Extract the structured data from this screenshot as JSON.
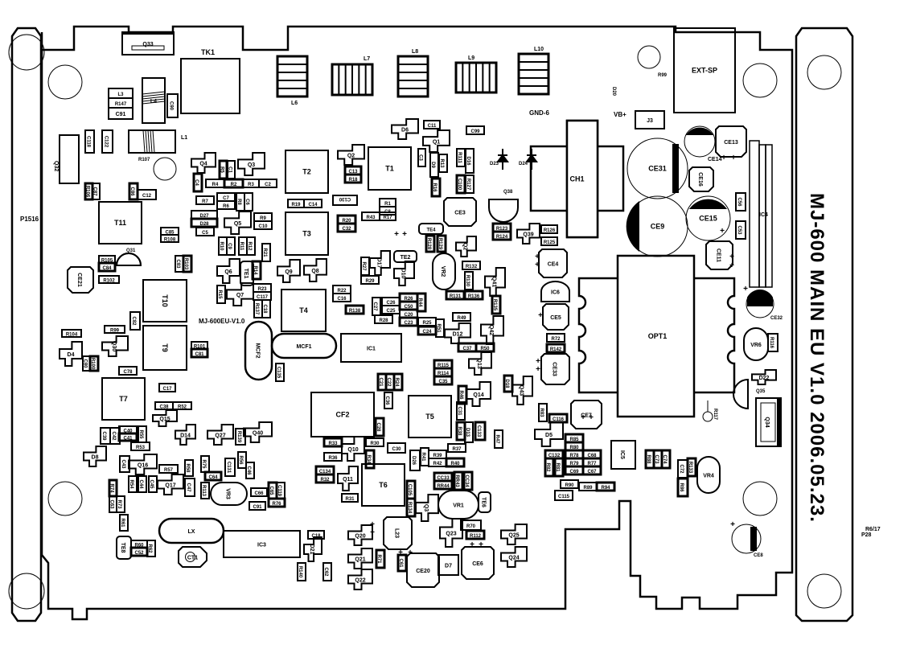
{
  "board": {
    "title": "MJ-600 MAIN EU V1.0 2006.05.23.",
    "version_label": "MJ-600EU-V1.0",
    "side_label": "P1516",
    "corner_label_a": "R6/17",
    "corner_label_b": "P28",
    "gnd_label": "GND-6",
    "vb_label": "VB+",
    "colors": {
      "ink": "#000000",
      "background": "#ffffff"
    }
  },
  "components": [
    {
      "ref": "Q33",
      "kind": "connector"
    },
    {
      "ref": "TK1",
      "kind": "transformer"
    },
    {
      "ref": "L6",
      "kind": "inductor"
    },
    {
      "ref": "L7",
      "kind": "inductor"
    },
    {
      "ref": "L8",
      "kind": "inductor"
    },
    {
      "ref": "L9",
      "kind": "inductor"
    },
    {
      "ref": "L10",
      "kind": "inductor"
    },
    {
      "ref": "EXT-SP",
      "kind": "jack"
    },
    {
      "ref": "R99",
      "kind": "resistor"
    },
    {
      "ref": "D20",
      "kind": "diode"
    },
    {
      "ref": "J3",
      "kind": "jumper"
    },
    {
      "ref": "L3",
      "kind": "inductor"
    },
    {
      "ref": "R147",
      "kind": "resistor"
    },
    {
      "ref": "C91",
      "kind": "capacitor"
    },
    {
      "ref": "L4",
      "kind": "inductor"
    },
    {
      "ref": "C90",
      "kind": "capacitor"
    },
    {
      "ref": "L1",
      "kind": "inductor"
    },
    {
      "ref": "R107",
      "kind": "resistor"
    },
    {
      "ref": "Q32",
      "kind": "transistor"
    },
    {
      "ref": "C118",
      "kind": "capacitor"
    },
    {
      "ref": "C122",
      "kind": "capacitor"
    },
    {
      "ref": "R106",
      "kind": "resistor"
    },
    {
      "ref": "C87",
      "kind": "capacitor"
    },
    {
      "ref": "C86",
      "kind": "capacitor"
    },
    {
      "ref": "C12",
      "kind": "capacitor"
    },
    {
      "ref": "T11",
      "kind": "transformer"
    },
    {
      "ref": "C85",
      "kind": "capacitor"
    },
    {
      "ref": "R108",
      "kind": "resistor"
    },
    {
      "ref": "R105",
      "kind": "resistor"
    },
    {
      "ref": "C84",
      "kind": "capacitor"
    },
    {
      "ref": "R102",
      "kind": "resistor"
    },
    {
      "ref": "CE21",
      "kind": "capacitor"
    },
    {
      "ref": "Q31",
      "kind": "transistor"
    },
    {
      "ref": "C83",
      "kind": "capacitor"
    },
    {
      "ref": "R103",
      "kind": "resistor"
    },
    {
      "ref": "T10",
      "kind": "transformer"
    },
    {
      "ref": "C82",
      "kind": "capacitor"
    },
    {
      "ref": "T9",
      "kind": "transformer"
    },
    {
      "ref": "R104",
      "kind": "resistor"
    },
    {
      "ref": "R99b",
      "label": "R99",
      "kind": "resistor"
    },
    {
      "ref": "Q30",
      "kind": "transistor"
    },
    {
      "ref": "D4",
      "kind": "diode"
    },
    {
      "ref": "C80",
      "kind": "capacitor"
    },
    {
      "ref": "R100",
      "kind": "resistor"
    },
    {
      "ref": "R101",
      "kind": "resistor"
    },
    {
      "ref": "C81",
      "kind": "capacitor"
    },
    {
      "ref": "C78",
      "kind": "capacitor"
    },
    {
      "ref": "T7",
      "kind": "transformer"
    },
    {
      "ref": "C17",
      "kind": "capacitor"
    },
    {
      "ref": "C38",
      "kind": "capacitor"
    },
    {
      "ref": "R52",
      "kind": "resistor"
    },
    {
      "ref": "Q15",
      "kind": "transistor"
    },
    {
      "ref": "D14",
      "kind": "diode"
    },
    {
      "ref": "C40",
      "kind": "capacitor"
    },
    {
      "ref": "C41",
      "kind": "capacitor"
    },
    {
      "ref": "C39",
      "kind": "capacitor"
    },
    {
      "ref": "C42",
      "kind": "capacitor"
    },
    {
      "ref": "R55",
      "kind": "resistor"
    },
    {
      "ref": "R53",
      "kind": "resistor"
    },
    {
      "ref": "D8",
      "kind": "diode"
    },
    {
      "ref": "C43",
      "kind": "capacitor"
    },
    {
      "ref": "Q16",
      "kind": "transistor"
    },
    {
      "ref": "R57",
      "kind": "resistor"
    },
    {
      "ref": "R58",
      "kind": "resistor"
    },
    {
      "ref": "R54",
      "kind": "resistor"
    },
    {
      "ref": "C44",
      "kind": "capacitor"
    },
    {
      "ref": "C45",
      "kind": "capacitor"
    },
    {
      "ref": "Q17",
      "kind": "transistor"
    },
    {
      "ref": "C47",
      "kind": "capacitor"
    },
    {
      "ref": "R74",
      "kind": "resistor"
    },
    {
      "ref": "C63",
      "kind": "capacitor"
    },
    {
      "ref": "R73",
      "kind": "resistor"
    },
    {
      "ref": "R61",
      "kind": "resistor"
    },
    {
      "ref": "TE8",
      "kind": "test-point"
    },
    {
      "ref": "R60",
      "kind": "resistor"
    },
    {
      "ref": "C52",
      "kind": "capacitor"
    },
    {
      "ref": "R62",
      "kind": "resistor"
    },
    {
      "ref": "LX",
      "kind": "crystal"
    },
    {
      "ref": "CT1",
      "kind": "trimmer"
    },
    {
      "ref": "IC3",
      "kind": "ic"
    },
    {
      "ref": "Q27",
      "kind": "transistor"
    },
    {
      "ref": "R139",
      "kind": "resistor"
    },
    {
      "ref": "Q40",
      "kind": "transistor"
    },
    {
      "ref": "R75",
      "kind": "resistor"
    },
    {
      "ref": "C64",
      "kind": "capacitor"
    },
    {
      "ref": "C131",
      "kind": "capacitor"
    },
    {
      "ref": "R56",
      "kind": "resistor"
    },
    {
      "ref": "C46",
      "kind": "capacitor"
    },
    {
      "ref": "R113",
      "kind": "resistor"
    },
    {
      "ref": "VR3",
      "kind": "potentiometer"
    },
    {
      "ref": "C66",
      "kind": "capacitor"
    },
    {
      "ref": "C65",
      "kind": "capacitor"
    },
    {
      "ref": "C119",
      "kind": "capacitor"
    },
    {
      "ref": "R76",
      "kind": "resistor"
    },
    {
      "ref": "C91b",
      "label": "C91",
      "kind": "capacitor"
    },
    {
      "ref": "R140",
      "kind": "resistor"
    },
    {
      "ref": "C18",
      "kind": "capacitor"
    },
    {
      "ref": "D21",
      "kind": "diode"
    },
    {
      "ref": "C62",
      "kind": "capacitor"
    },
    {
      "ref": "Q4",
      "kind": "transistor"
    },
    {
      "ref": "R5",
      "kind": "resistor"
    },
    {
      "ref": "C1",
      "kind": "capacitor"
    },
    {
      "ref": "Q3",
      "kind": "transistor"
    },
    {
      "ref": "C4",
      "kind": "capacitor"
    },
    {
      "ref": "R4",
      "kind": "resistor"
    },
    {
      "ref": "R2",
      "kind": "resistor"
    },
    {
      "ref": "R3",
      "kind": "resistor"
    },
    {
      "ref": "C2",
      "kind": "capacitor"
    },
    {
      "ref": "R7",
      "kind": "resistor"
    },
    {
      "ref": "C7",
      "kind": "capacitor"
    },
    {
      "ref": "R6",
      "kind": "resistor"
    },
    {
      "ref": "R8",
      "kind": "resistor"
    },
    {
      "ref": "C6",
      "kind": "capacitor"
    },
    {
      "ref": "D27",
      "kind": "diode"
    },
    {
      "ref": "D28",
      "kind": "diode"
    },
    {
      "ref": "C5",
      "kind": "capacitor"
    },
    {
      "ref": "Q5",
      "kind": "transistor"
    },
    {
      "ref": "R9",
      "kind": "resistor"
    },
    {
      "ref": "C10",
      "kind": "capacitor"
    },
    {
      "ref": "R10",
      "kind": "resistor"
    },
    {
      "ref": "C9",
      "kind": "capacitor"
    },
    {
      "ref": "R11",
      "kind": "resistor"
    },
    {
      "ref": "R12",
      "kind": "resistor"
    },
    {
      "ref": "R21",
      "kind": "resistor"
    },
    {
      "ref": "Q6",
      "kind": "transistor"
    },
    {
      "ref": "TE1",
      "kind": "test-point"
    },
    {
      "ref": "R14",
      "kind": "resistor"
    },
    {
      "ref": "R15",
      "kind": "resistor"
    },
    {
      "ref": "Q7",
      "kind": "transistor"
    },
    {
      "ref": "R23",
      "kind": "resistor"
    },
    {
      "ref": "C117",
      "kind": "capacitor"
    },
    {
      "ref": "R137",
      "kind": "resistor"
    },
    {
      "ref": "C18b",
      "label": "C18",
      "kind": "capacitor"
    },
    {
      "ref": "MCF2",
      "kind": "filter"
    },
    {
      "ref": "C135",
      "kind": "capacitor"
    },
    {
      "ref": "MCF1",
      "kind": "filter"
    },
    {
      "ref": "T2",
      "kind": "transformer"
    },
    {
      "ref": "R19",
      "kind": "resistor"
    },
    {
      "ref": "C14",
      "kind": "capacitor"
    },
    {
      "ref": "T3",
      "kind": "transformer"
    },
    {
      "ref": "Q9",
      "kind": "transistor"
    },
    {
      "ref": "Q8",
      "kind": "transistor"
    },
    {
      "ref": "T4",
      "kind": "transformer"
    },
    {
      "ref": "Q2",
      "kind": "transistor"
    },
    {
      "ref": "C13",
      "kind": "capacitor"
    },
    {
      "ref": "R18",
      "kind": "resistor"
    },
    {
      "ref": "T1",
      "kind": "transformer"
    },
    {
      "ref": "C130",
      "kind": "capacitor"
    },
    {
      "ref": "R1",
      "kind": "resistor"
    },
    {
      "ref": "C8",
      "kind": "capacitor"
    },
    {
      "ref": "R43",
      "kind": "resistor"
    },
    {
      "ref": "R17",
      "kind": "resistor"
    },
    {
      "ref": "R20",
      "kind": "resistor"
    },
    {
      "ref": "C32",
      "kind": "capacitor"
    },
    {
      "ref": "D6",
      "kind": "diode"
    },
    {
      "ref": "C11",
      "kind": "capacitor"
    },
    {
      "ref": "Q1",
      "kind": "transistor"
    },
    {
      "ref": "C3",
      "kind": "capacitor"
    },
    {
      "ref": "D9",
      "kind": "diode"
    },
    {
      "ref": "R13",
      "kind": "resistor"
    },
    {
      "ref": "R16",
      "kind": "resistor"
    },
    {
      "ref": "C99",
      "kind": "capacitor"
    },
    {
      "ref": "R111",
      "kind": "resistor"
    },
    {
      "ref": "D16",
      "kind": "diode"
    },
    {
      "ref": "C100",
      "kind": "capacitor"
    },
    {
      "ref": "R127",
      "kind": "resistor"
    },
    {
      "ref": "D23",
      "kind": "diode"
    },
    {
      "ref": "D24",
      "kind": "diode"
    },
    {
      "ref": "Q38",
      "kind": "transistor"
    },
    {
      "ref": "CE3",
      "kind": "capacitor"
    },
    {
      "ref": "TE4",
      "kind": "test-point"
    },
    {
      "ref": "R128",
      "kind": "resistor"
    },
    {
      "ref": "R129",
      "kind": "resistor"
    },
    {
      "ref": "Q2b",
      "label": "Q2",
      "kind": "transistor"
    },
    {
      "ref": "R123",
      "kind": "resistor"
    },
    {
      "ref": "R124",
      "kind": "resistor"
    },
    {
      "ref": "Q39",
      "kind": "transistor"
    },
    {
      "ref": "R126",
      "kind": "resistor"
    },
    {
      "ref": "R125",
      "kind": "resistor"
    },
    {
      "ref": "CH1",
      "kind": "choke"
    },
    {
      "ref": "CE31",
      "kind": "capacitor"
    },
    {
      "ref": "CE14",
      "kind": "capacitor"
    },
    {
      "ref": "CE13",
      "kind": "capacitor"
    },
    {
      "ref": "CE16",
      "kind": "capacitor"
    },
    {
      "ref": "C56",
      "kind": "capacitor"
    },
    {
      "ref": "CE9",
      "kind": "capacitor"
    },
    {
      "ref": "CE15",
      "kind": "capacitor"
    },
    {
      "ref": "C53",
      "kind": "capacitor"
    },
    {
      "ref": "CE11",
      "kind": "capacitor"
    },
    {
      "ref": "IC4",
      "kind": "ic"
    },
    {
      "ref": "TE2",
      "kind": "test-point"
    },
    {
      "ref": "R27",
      "kind": "resistor"
    },
    {
      "ref": "D17",
      "kind": "diode"
    },
    {
      "ref": "D10",
      "kind": "diode"
    },
    {
      "ref": "R29",
      "kind": "resistor"
    },
    {
      "ref": "VR2",
      "kind": "potentiometer"
    },
    {
      "ref": "R132",
      "kind": "resistor"
    },
    {
      "ref": "R130",
      "kind": "resistor"
    },
    {
      "ref": "R131",
      "kind": "resistor"
    },
    {
      "ref": "R136",
      "kind": "resistor"
    },
    {
      "ref": "Q41",
      "kind": "transistor"
    },
    {
      "ref": "R135",
      "kind": "resistor"
    },
    {
      "ref": "R22",
      "kind": "resistor"
    },
    {
      "ref": "C16",
      "kind": "capacitor"
    },
    {
      "ref": "R138",
      "kind": "resistor"
    },
    {
      "ref": "C27",
      "kind": "capacitor"
    },
    {
      "ref": "C26",
      "kind": "capacitor"
    },
    {
      "ref": "C25",
      "kind": "capacitor"
    },
    {
      "ref": "R28",
      "kind": "resistor"
    },
    {
      "ref": "R26",
      "kind": "resistor"
    },
    {
      "ref": "C50",
      "kind": "capacitor"
    },
    {
      "ref": "C20",
      "kind": "capacitor"
    },
    {
      "ref": "C23",
      "kind": "capacitor"
    },
    {
      "ref": "R44",
      "kind": "resistor"
    },
    {
      "ref": "R25",
      "kind": "resistor"
    },
    {
      "ref": "C24",
      "kind": "capacitor"
    },
    {
      "ref": "R51",
      "kind": "resistor"
    },
    {
      "ref": "D12",
      "kind": "diode"
    },
    {
      "ref": "R49",
      "kind": "resistor"
    },
    {
      "ref": "Q42",
      "kind": "transistor"
    },
    {
      "ref": "C37",
      "kind": "capacitor"
    },
    {
      "ref": "R50",
      "kind": "resistor"
    },
    {
      "ref": "Q13",
      "kind": "transistor"
    },
    {
      "ref": "IC1",
      "kind": "ic"
    },
    {
      "ref": "CE4",
      "kind": "capacitor"
    },
    {
      "ref": "IC6",
      "kind": "ic"
    },
    {
      "ref": "CE5",
      "kind": "capacitor"
    },
    {
      "ref": "R72",
      "kind": "resistor"
    },
    {
      "ref": "R142",
      "kind": "resistor"
    },
    {
      "ref": "CE33",
      "kind": "capacitor"
    },
    {
      "ref": "OPT1",
      "kind": "transformer"
    },
    {
      "ref": "CE32",
      "kind": "capacitor"
    },
    {
      "ref": "R116",
      "kind": "resistor"
    },
    {
      "ref": "VR6",
      "kind": "potentiometer"
    },
    {
      "ref": "D22",
      "kind": "diode"
    },
    {
      "ref": "Q35",
      "kind": "transistor"
    },
    {
      "ref": "Q34",
      "kind": "connector"
    },
    {
      "ref": "R117",
      "kind": "resistor"
    },
    {
      "ref": "R115",
      "kind": "resistor"
    },
    {
      "ref": "R114",
      "kind": "resistor"
    },
    {
      "ref": "C35",
      "kind": "capacitor"
    },
    {
      "ref": "C21",
      "kind": "capacitor"
    },
    {
      "ref": "C22",
      "kind": "capacitor"
    },
    {
      "ref": "R24",
      "kind": "resistor"
    },
    {
      "ref": "C36",
      "kind": "capacitor"
    },
    {
      "ref": "R46",
      "kind": "resistor"
    },
    {
      "ref": "Q14",
      "kind": "transistor"
    },
    {
      "ref": "D18",
      "kind": "diode"
    },
    {
      "ref": "Q43",
      "kind": "transistor"
    },
    {
      "ref": "CF2",
      "kind": "filter"
    },
    {
      "ref": "C28",
      "kind": "capacitor"
    },
    {
      "ref": "T5",
      "kind": "transformer"
    },
    {
      "ref": "C31",
      "kind": "capacitor"
    },
    {
      "ref": "R38",
      "kind": "resistor"
    },
    {
      "ref": "D13",
      "kind": "diode"
    },
    {
      "ref": "C133",
      "kind": "capacitor"
    },
    {
      "ref": "R47",
      "kind": "resistor"
    },
    {
      "ref": "R83",
      "kind": "resistor"
    },
    {
      "ref": "C116",
      "kind": "capacitor"
    },
    {
      "ref": "CE7",
      "kind": "capacitor"
    },
    {
      "ref": "D5",
      "kind": "diode"
    },
    {
      "ref": "R85",
      "kind": "resistor"
    },
    {
      "ref": "R80",
      "kind": "resistor"
    },
    {
      "ref": "C132",
      "kind": "capacitor"
    },
    {
      "ref": "R78",
      "kind": "resistor"
    },
    {
      "ref": "C68",
      "kind": "capacitor"
    },
    {
      "ref": "R82",
      "kind": "resistor"
    },
    {
      "ref": "R81",
      "kind": "resistor"
    },
    {
      "ref": "R79",
      "kind": "resistor"
    },
    {
      "ref": "R77",
      "kind": "resistor"
    },
    {
      "ref": "C69",
      "kind": "capacitor"
    },
    {
      "ref": "C67",
      "kind": "capacitor"
    },
    {
      "ref": "R90",
      "kind": "resistor"
    },
    {
      "ref": "R89",
      "kind": "resistor"
    },
    {
      "ref": "R94",
      "kind": "resistor"
    },
    {
      "ref": "C115",
      "kind": "capacitor"
    },
    {
      "ref": "IC5",
      "kind": "ic"
    },
    {
      "ref": "R88",
      "kind": "resistor"
    },
    {
      "ref": "C73",
      "kind": "capacitor"
    },
    {
      "ref": "C74",
      "kind": "capacitor"
    },
    {
      "ref": "C72",
      "kind": "capacitor"
    },
    {
      "ref": "R133",
      "kind": "resistor"
    },
    {
      "ref": "R86",
      "kind": "resistor"
    },
    {
      "ref": "VR4",
      "kind": "potentiometer"
    },
    {
      "ref": "CE8",
      "kind": "capacitor"
    },
    {
      "ref": "R33",
      "kind": "resistor"
    },
    {
      "ref": "Q10",
      "kind": "transistor"
    },
    {
      "ref": "R30",
      "kind": "resistor"
    },
    {
      "ref": "R34",
      "kind": "resistor"
    },
    {
      "ref": "C30",
      "kind": "capacitor"
    },
    {
      "ref": "D26",
      "kind": "diode"
    },
    {
      "ref": "R36",
      "kind": "resistor"
    },
    {
      "ref": "C134",
      "kind": "capacitor"
    },
    {
      "ref": "R32",
      "kind": "resistor"
    },
    {
      "ref": "Q11",
      "kind": "transistor"
    },
    {
      "ref": "T6",
      "kind": "transformer"
    },
    {
      "ref": "R31",
      "kind": "resistor"
    },
    {
      "ref": "R41",
      "kind": "resistor"
    },
    {
      "ref": "R39",
      "kind": "resistor"
    },
    {
      "ref": "R37",
      "kind": "resistor"
    },
    {
      "ref": "R42",
      "kind": "resistor"
    },
    {
      "ref": "R40",
      "kind": "resistor"
    },
    {
      "ref": "CC33",
      "kind": "capacitor"
    },
    {
      "ref": "RR44",
      "kind": "resistor"
    },
    {
      "ref": "RR43",
      "kind": "resistor"
    },
    {
      "ref": "CC34",
      "kind": "capacitor"
    },
    {
      "ref": "C105",
      "kind": "capacitor"
    },
    {
      "ref": "R134",
      "kind": "resistor"
    },
    {
      "ref": "Q3b",
      "label": "Q3",
      "kind": "transistor"
    },
    {
      "ref": "VR1",
      "kind": "potentiometer"
    },
    {
      "ref": "TE6",
      "kind": "test-point"
    },
    {
      "ref": "L23",
      "kind": "inductor"
    },
    {
      "ref": "Q20",
      "kind": "transistor"
    },
    {
      "ref": "Q21",
      "kind": "transistor"
    },
    {
      "ref": "R71",
      "kind": "resistor"
    },
    {
      "ref": "Q22",
      "kind": "transistor"
    },
    {
      "ref": "C61",
      "kind": "capacitor"
    },
    {
      "ref": "CE20",
      "kind": "capacitor"
    },
    {
      "ref": "D7",
      "kind": "diode"
    },
    {
      "ref": "Q23",
      "kind": "transistor"
    },
    {
      "ref": "R70",
      "kind": "resistor"
    },
    {
      "ref": "R112",
      "kind": "resistor"
    },
    {
      "ref": "CE6",
      "kind": "capacitor"
    },
    {
      "ref": "Q25",
      "kind": "transistor"
    },
    {
      "ref": "Q24",
      "kind": "transistor"
    }
  ]
}
